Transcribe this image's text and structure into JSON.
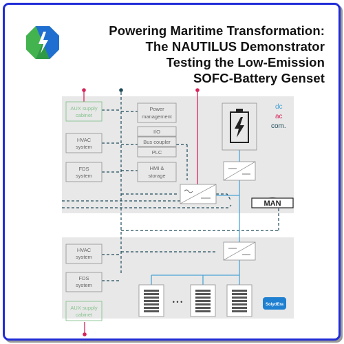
{
  "title": {
    "line1": "Powering Maritime Transformation:",
    "line2": "The NAUTILUS Demonstrator",
    "line3": "Testing the Low-Emission",
    "line4": "SOFC-Battery Genset"
  },
  "diagram": {
    "upper_boxes": {
      "aux_supply_1": "AUX supply",
      "aux_supply_2": "cabinet",
      "hvac_1": "HVAC",
      "hvac_2": "system",
      "fds_1": "FDS",
      "fds_2": "system",
      "power_mgmt_1": "Power",
      "power_mgmt_2": "management",
      "io": "I/O",
      "bus_coupler": "Bus coupler",
      "plc": "PLC",
      "hmi_1": "HMI &",
      "hmi_2": "storage"
    },
    "legend": {
      "dc": "dc",
      "ac": "ac",
      "com": "com."
    },
    "man_logo": "MAN",
    "lower_boxes": {
      "hvac_1": "HVAC",
      "hvac_2": "system",
      "fds_1": "FDS",
      "fds_2": "system",
      "aux_supply_1": "AUX supply",
      "aux_supply_2": "cabinet"
    },
    "stack_ellipsis": "• • •",
    "solydera_logo": "SolydEra"
  },
  "colors": {
    "frame": "#1f2cd6",
    "panel": "#e8e8e8",
    "dc": "#4aa3d6",
    "ac": "#d6245a",
    "com": "#1d4a5a",
    "green": "#86c38e"
  }
}
